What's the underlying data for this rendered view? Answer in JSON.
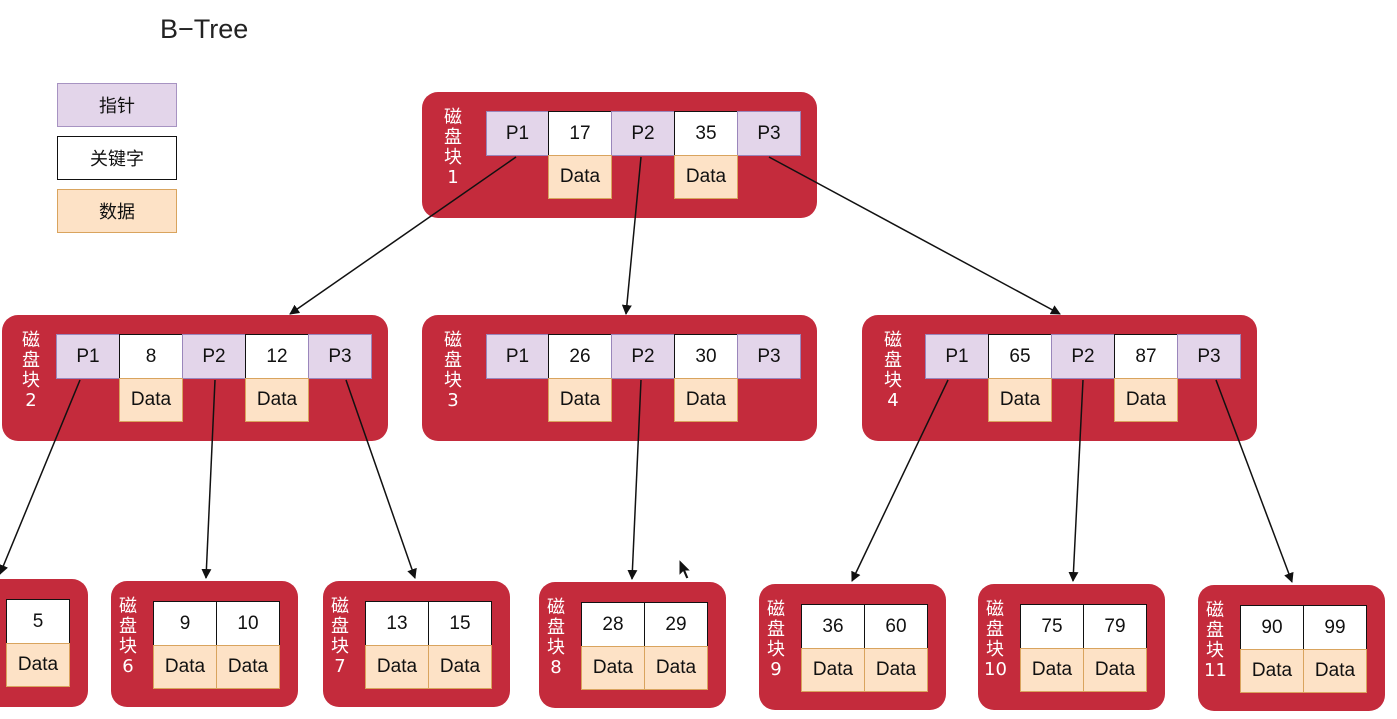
{
  "title": "B−Tree",
  "legend": {
    "pointer": "指针",
    "key": "关键字",
    "data": "数据"
  },
  "block_label_chars": [
    "磁",
    "盘",
    "块"
  ],
  "data_label": "Data",
  "root": {
    "number": "1",
    "cells": [
      "P1",
      "17",
      "P2",
      "35",
      "P3"
    ]
  },
  "level2": [
    {
      "number": "2",
      "cells": [
        "P1",
        "8",
        "P2",
        "12",
        "P3"
      ]
    },
    {
      "number": "3",
      "cells": [
        "P1",
        "26",
        "P2",
        "30",
        "P3"
      ]
    },
    {
      "number": "4",
      "cells": [
        "P1",
        "65",
        "P2",
        "87",
        "P3"
      ]
    }
  ],
  "leaves": [
    {
      "number": "",
      "keys": [
        "5"
      ]
    },
    {
      "number": "6",
      "keys": [
        "9",
        "10"
      ]
    },
    {
      "number": "7",
      "keys": [
        "13",
        "15"
      ]
    },
    {
      "number": "8",
      "keys": [
        "28",
        "29"
      ]
    },
    {
      "number": "9",
      "keys": [
        "36",
        "60"
      ]
    },
    {
      "number": "10",
      "keys": [
        "75",
        "79"
      ]
    },
    {
      "number": "11",
      "keys": [
        "90",
        "99"
      ]
    }
  ],
  "colors": {
    "block": "#c42b3c",
    "pointer": "#e3d5ea",
    "key": "#ffffff",
    "data": "#fde2c6"
  }
}
